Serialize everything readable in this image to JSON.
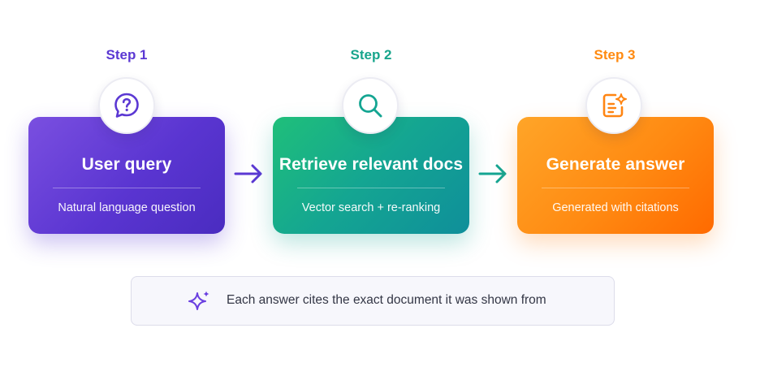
{
  "colors": {
    "purple": "#5b38d3",
    "teal": "#14a592",
    "orange": "#ff8512"
  },
  "steps": [
    {
      "label": "Step 1",
      "title": "User query",
      "subtitle": "Natural language question",
      "icon": "speech-bubble-question-icon"
    },
    {
      "label": "Step 2",
      "title": "Retrieve relevant docs",
      "subtitle": "Vector search + re-ranking",
      "icon": "magnifier-icon"
    },
    {
      "label": "Step 3",
      "title": "Generate answer",
      "subtitle": "Generated with citations",
      "icon": "document-sparkle-icon"
    }
  ],
  "arrows": [
    "right-arrow-icon",
    "right-arrow-icon"
  ],
  "note": {
    "icon": "sparkle-icon",
    "text": "Each answer cites the exact document it was shown from"
  }
}
